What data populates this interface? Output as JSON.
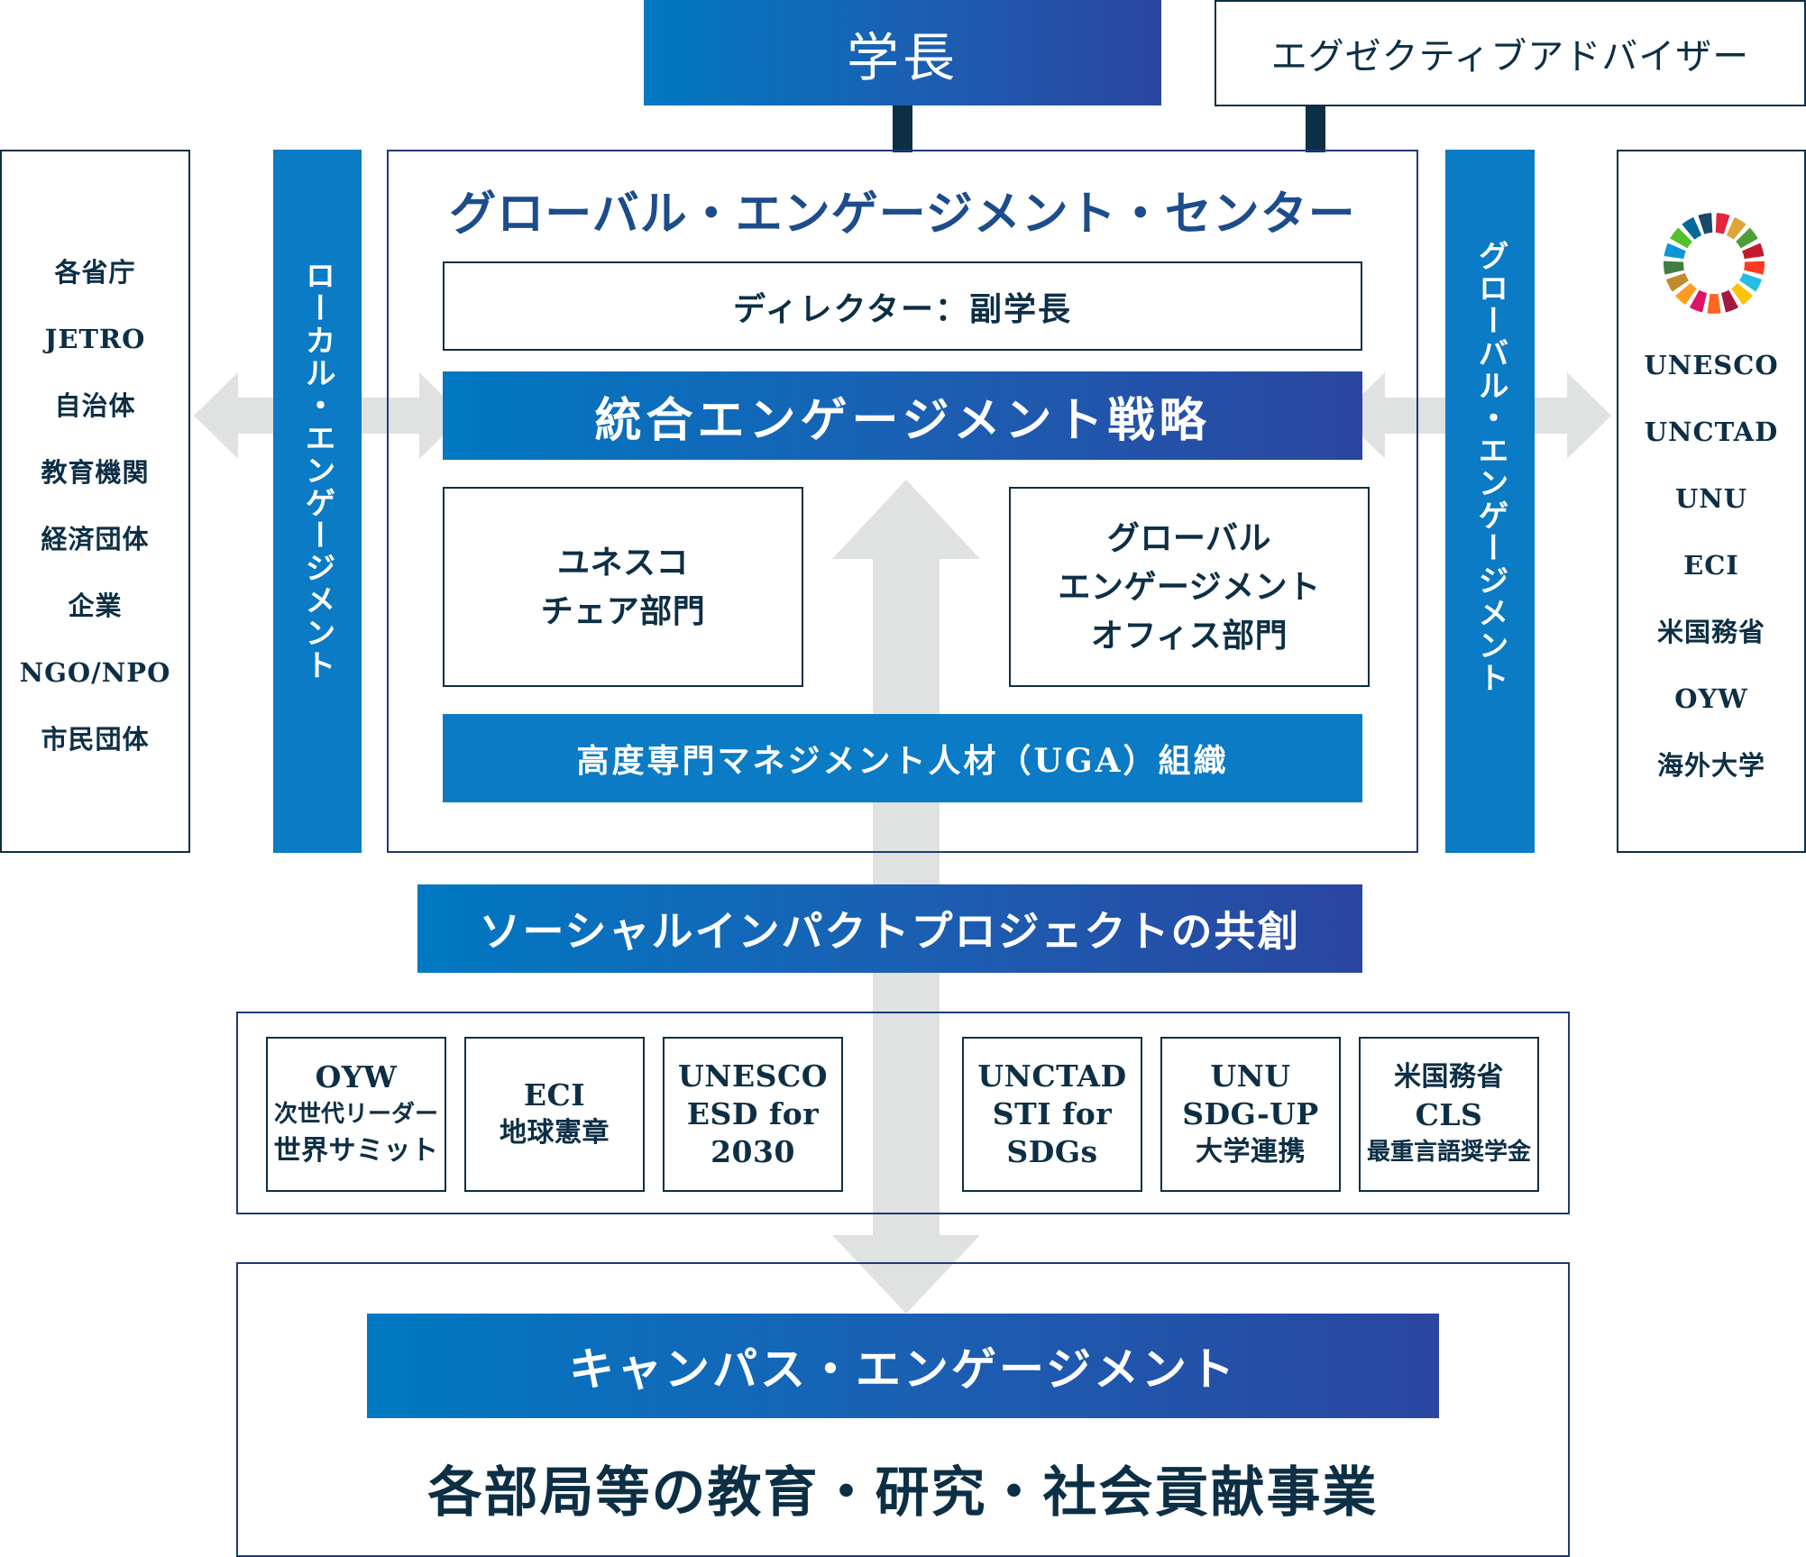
{
  "colors": {
    "gradient_start": "#0079c2",
    "gradient_end": "#2a46a0",
    "solid_blue": "#0a7bc4",
    "dark_text": "#0d2f45",
    "arrow_gray": "#e0e1e1",
    "outline_blue": "#1c3a78"
  },
  "top": {
    "president": "学長",
    "executive_advisor": "エグゼクティブアドバイザー"
  },
  "left_partners": {
    "items": [
      "各省庁",
      "JETRO",
      "自治体",
      "教育機関",
      "経済団体",
      "企業",
      "NGO/NPO",
      "市民団体"
    ]
  },
  "local_engagement": "ローカル・エンゲージメント",
  "global_engagement": "グローバル・エンゲージメント",
  "right_partners": {
    "logo": "sdgs-wheel-icon",
    "items": [
      "UNESCO",
      "UNCTAD",
      "UNU",
      "ECI",
      "米国務省",
      "OYW",
      "海外大学"
    ]
  },
  "center": {
    "title": "グローバル・エンゲージメント・センター",
    "director": "ディレクター：副学長",
    "strategy": "統合エンゲージメント戦略",
    "divisions": [
      {
        "lines": [
          "ユネスコ",
          "チェア部門"
        ]
      },
      {
        "lines": [
          "グローバル",
          "エンゲージメント",
          "オフィス部門"
        ]
      }
    ],
    "uga": "高度専門マネジメント人材（UGA）組織"
  },
  "social_impact": "ソーシャルインパクトプロジェクトの共創",
  "projects": [
    {
      "lines": [
        "OYW",
        "次世代リーダー",
        "世界サミット"
      ],
      "sizes": [
        "big",
        "small",
        "big"
      ]
    },
    {
      "lines": [
        "ECI",
        "地球憲章"
      ],
      "sizes": [
        "big",
        "big"
      ]
    },
    {
      "lines": [
        "UNESCO",
        "ESD for",
        "2030"
      ],
      "sizes": [
        "big",
        "big",
        "big"
      ]
    },
    {
      "lines": [
        "UNCTAD",
        "STI for",
        "SDGs"
      ],
      "sizes": [
        "big",
        "big",
        "big"
      ]
    },
    {
      "lines": [
        "UNU",
        "SDG-UP",
        "大学連携"
      ],
      "sizes": [
        "big",
        "big",
        "big"
      ]
    },
    {
      "lines": [
        "米国務省",
        "CLS",
        "最重言語奨学金"
      ],
      "sizes": [
        "big",
        "big",
        "small"
      ]
    }
  ],
  "campus": {
    "title": "キャンパス・エンゲージメント",
    "subtitle": "各部局等の教育・研究・社会貢献事業"
  }
}
